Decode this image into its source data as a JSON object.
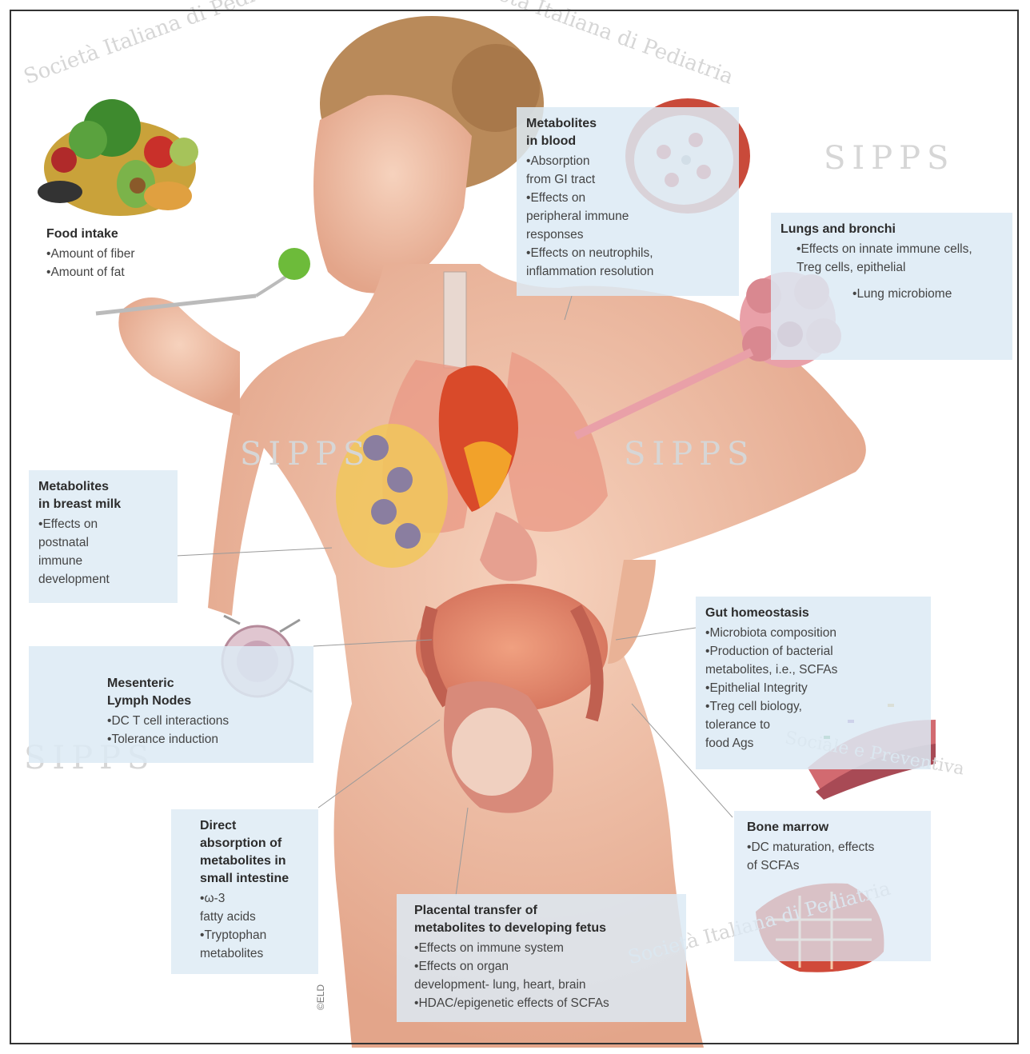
{
  "food_intake": {
    "title": "Food intake",
    "items": [
      "Amount of fiber",
      "Amount of fat"
    ]
  },
  "metabolites_blood": {
    "title": "Metabolites\nin blood",
    "items": [
      "Absorption\nfrom GI tract",
      "Effects on\nperipheral immune\nresponses",
      "Effects on neutrophils,\n         inflammation resolution"
    ]
  },
  "lungs": {
    "title": "Lungs and bronchi",
    "items": [
      "Effects on innate immune cells,\nTreg cells, epithelial",
      "Lung microbiome"
    ]
  },
  "breast_milk": {
    "title": "Metabolites\nin breast milk",
    "items": [
      "Effects on\npostnatal\nimmune\ndevelopment"
    ]
  },
  "gut": {
    "title": "Gut homeostasis",
    "items": [
      "Microbiota composition",
      "Production of bacterial\nmetabolites, i.e., SCFAs",
      "Epithelial Integrity",
      "Treg cell biology,\ntolerance to\nfood Ags"
    ]
  },
  "lymph": {
    "title": "Mesenteric\nLymph Nodes",
    "items": [
      "DC T cell interactions",
      "Tolerance induction"
    ]
  },
  "small_intestine": {
    "title": "Direct\nabsorption of\nmetabolites in\nsmall intestine",
    "items": [
      "ω-3\nfatty acids",
      "Tryptophan\nmetabolites"
    ]
  },
  "placenta": {
    "title": "Placental transfer of\nmetabolites to developing fetus",
    "items": [
      "Effects on immune system",
      "Effects on organ\ndevelopment- lung, heart, brain",
      "HDAC/epigenetic effects of SCFAs"
    ]
  },
  "bone_marrow": {
    "title": "Bone marrow",
    "items": [
      "DC maturation, effects\nof SCFAs"
    ]
  },
  "watermark": {
    "line1": "Società Italiana di Pediatria",
    "line2": "SIPPS",
    "line3": "Sociale e Preventiva"
  },
  "copyright": "©ELD"
}
